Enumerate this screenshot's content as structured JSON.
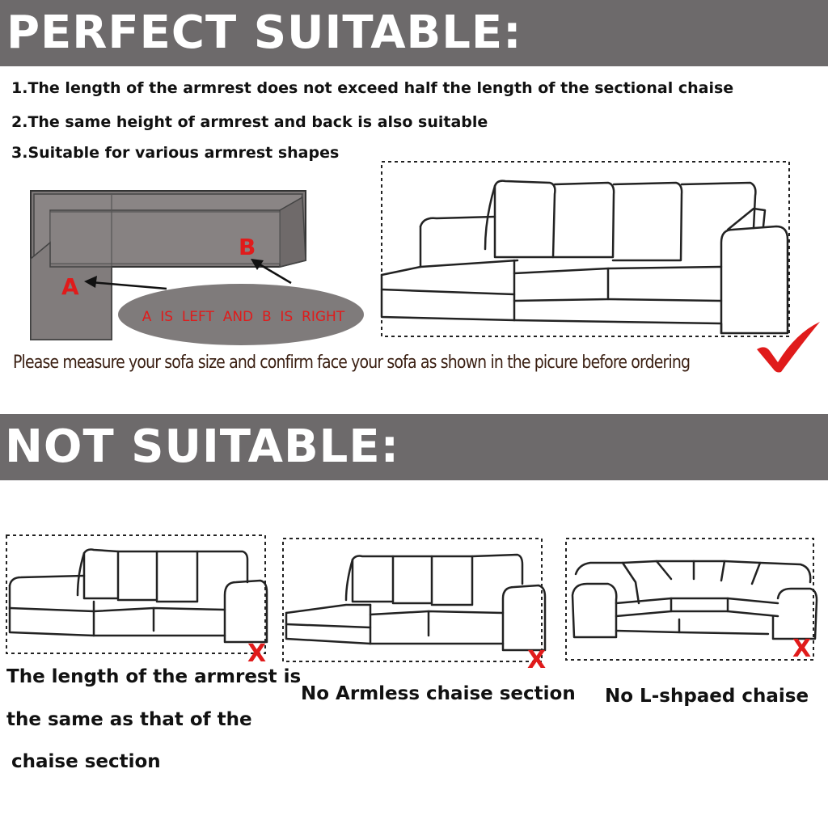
{
  "suitable": {
    "heading": "PERFECT SUITABLE:",
    "rules": [
      "1.The length of the armrest does not exceed half the length of the sectional chaise",
      "2.The same height of armrest and back is also suitable",
      "3.Suitable for various armrest shapes"
    ],
    "diagram": {
      "label_a": "A",
      "label_b": "B",
      "ellipse_text": "A  IS  LEFT  AND  B  IS  RIGHT"
    },
    "note": "Please measure your sofa size and confirm face your sofa as shown in the picure before ordering"
  },
  "not_suitable": {
    "heading": "NOT SUITABLE:",
    "cases": [
      {
        "caption_lines": [
          "The length of the armrest is",
          "the same as that of the",
          "chaise section"
        ],
        "mark": "X"
      },
      {
        "caption_lines": [
          "No Armless chaise section"
        ],
        "mark": "X"
      },
      {
        "caption_lines": [
          "No L-shpaed chaise"
        ],
        "mark": "X"
      }
    ]
  },
  "colors": {
    "banner": "#6d6a6b",
    "sofa_top_view": "#7d7878",
    "accent_red": "#e01b1b",
    "note_text": "#3a1f12"
  }
}
